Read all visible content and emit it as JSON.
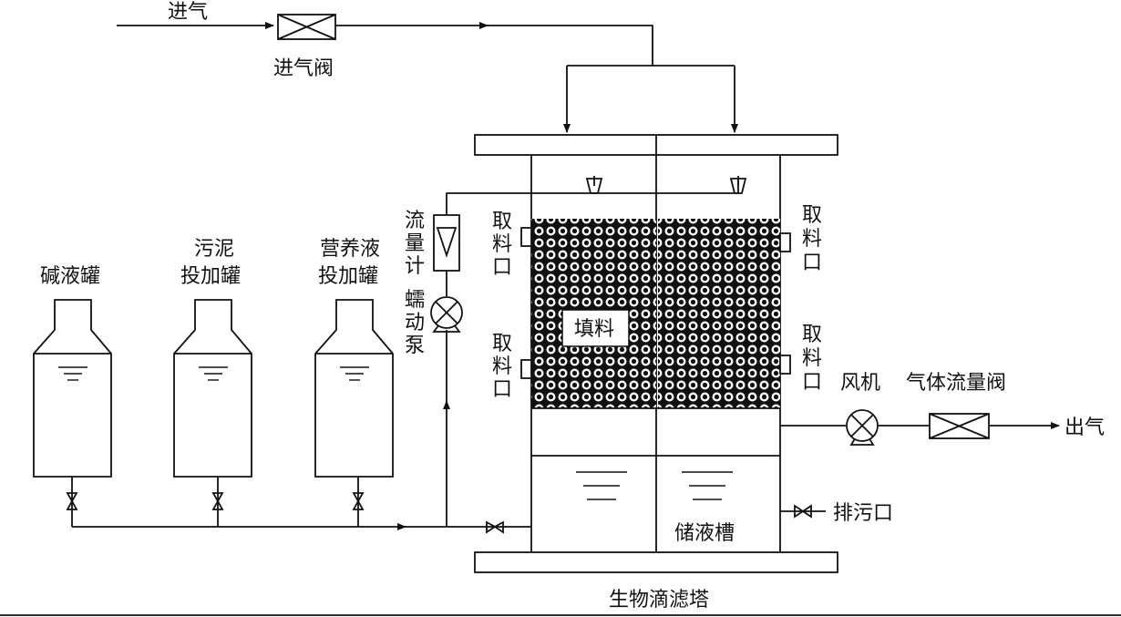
{
  "labels": {
    "inlet_gas": "进气",
    "inlet_valve": "进气阀",
    "alkali_tank": "碱液罐",
    "sludge_line1": "污泥",
    "sludge_line2": "投加罐",
    "nutrient_line1": "营养液",
    "nutrient_line2": "投加罐",
    "flowmeter": [
      "流",
      "量",
      "计"
    ],
    "pump": [
      "蠕",
      "动",
      "泵"
    ],
    "sampling": [
      "取",
      "料",
      "口"
    ],
    "packing": "填料",
    "fan": "风机",
    "gas_flow_valve": "气体流量阀",
    "outlet_gas": "出气",
    "drain": "排污口",
    "reservoir": "储液槽",
    "tower": "生物滴滤塔"
  },
  "colors": {
    "line": "#111111",
    "packing": "#111111",
    "background": "#ffffff"
  }
}
